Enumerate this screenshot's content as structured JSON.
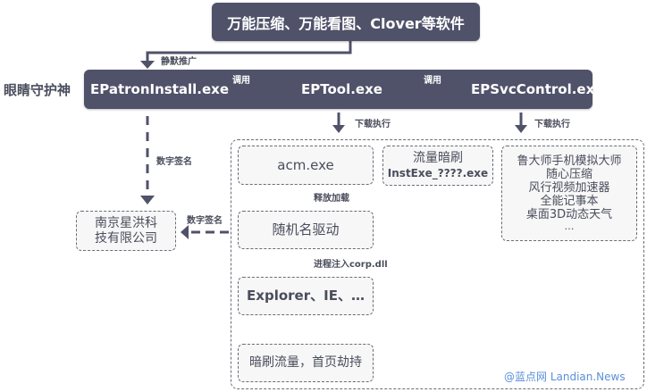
{
  "top_box": {
    "label": "万能压缩、万能看图、Clover等软件"
  },
  "connector_top": {
    "label": "静默推广"
  },
  "product_name": "眼睛守护神",
  "main_chain": {
    "nodes": [
      "EPatronInstall.exe",
      "EPTool.exe",
      "EPSvcControl.exe"
    ],
    "call_labels": [
      "调用",
      "调用"
    ]
  },
  "download_labels": {
    "eptool": "下载执行",
    "epsvc": "下载执行"
  },
  "signature": {
    "vertical_label": "数字签名",
    "horizontal_label": "数字签名",
    "company_lines": [
      "南京星洪科",
      "技有限公司"
    ]
  },
  "eptool_payload": {
    "acm": "acm.exe",
    "release_label": "释放加载",
    "driver": "随机名驱动",
    "inject_label": "进程注入corp.dll",
    "targets": "Explorer、IE、…",
    "result": "暗刷流量，首页劫持",
    "traffic_box": {
      "title": "流量暗刷",
      "file": "InstExe_????.exe"
    }
  },
  "epsvc_payload": {
    "items": [
      "鲁大师手机模拟大师",
      "随心压缩",
      "风行视频加速器",
      "全能记事本",
      "桌面3D动态天气",
      "…"
    ]
  },
  "watermark": "@蓝点网 Landian.News",
  "colors": {
    "dark_box": "#50526a",
    "text": "#4a4d5c",
    "dash": "#6a6c78",
    "watermark": "#5b8fd6"
  }
}
